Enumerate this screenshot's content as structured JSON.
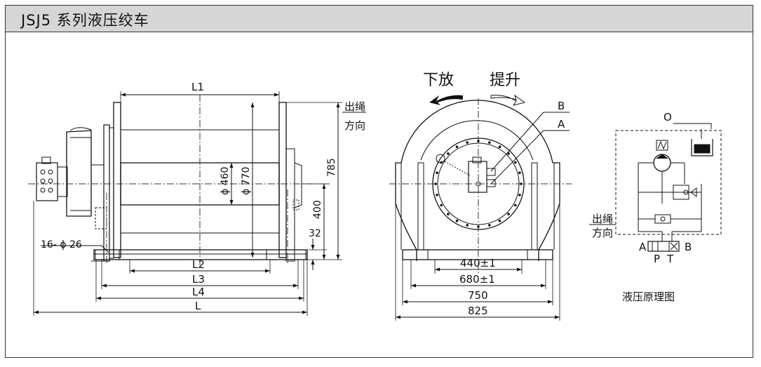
{
  "title": "JSJ5 系列液压绞车",
  "side_view": {
    "dims": {
      "L1": "L1",
      "L2": "L2",
      "L3": "L3",
      "L4": "L4",
      "L": "L",
      "d460": "ϕ 460",
      "d770": "ϕ 770",
      "h785": "785",
      "h400": "400",
      "h32": "32",
      "bolts": "16- ϕ 26"
    },
    "rope_direction": [
      "出绳",
      "方向"
    ]
  },
  "front_view": {
    "rotation_down": "下放",
    "rotation_up": "提升",
    "label_B": "B",
    "label_A": "A",
    "dims": {
      "w440": "440±1",
      "w680": "680±1",
      "w750": "750",
      "w825": "825"
    }
  },
  "hydraulic": {
    "label_O": "O",
    "rope_direction": [
      "出绳",
      "方向"
    ],
    "ports": {
      "A": "A",
      "B": "B",
      "P": "P",
      "T": "T"
    },
    "caption": "液压原理图"
  }
}
